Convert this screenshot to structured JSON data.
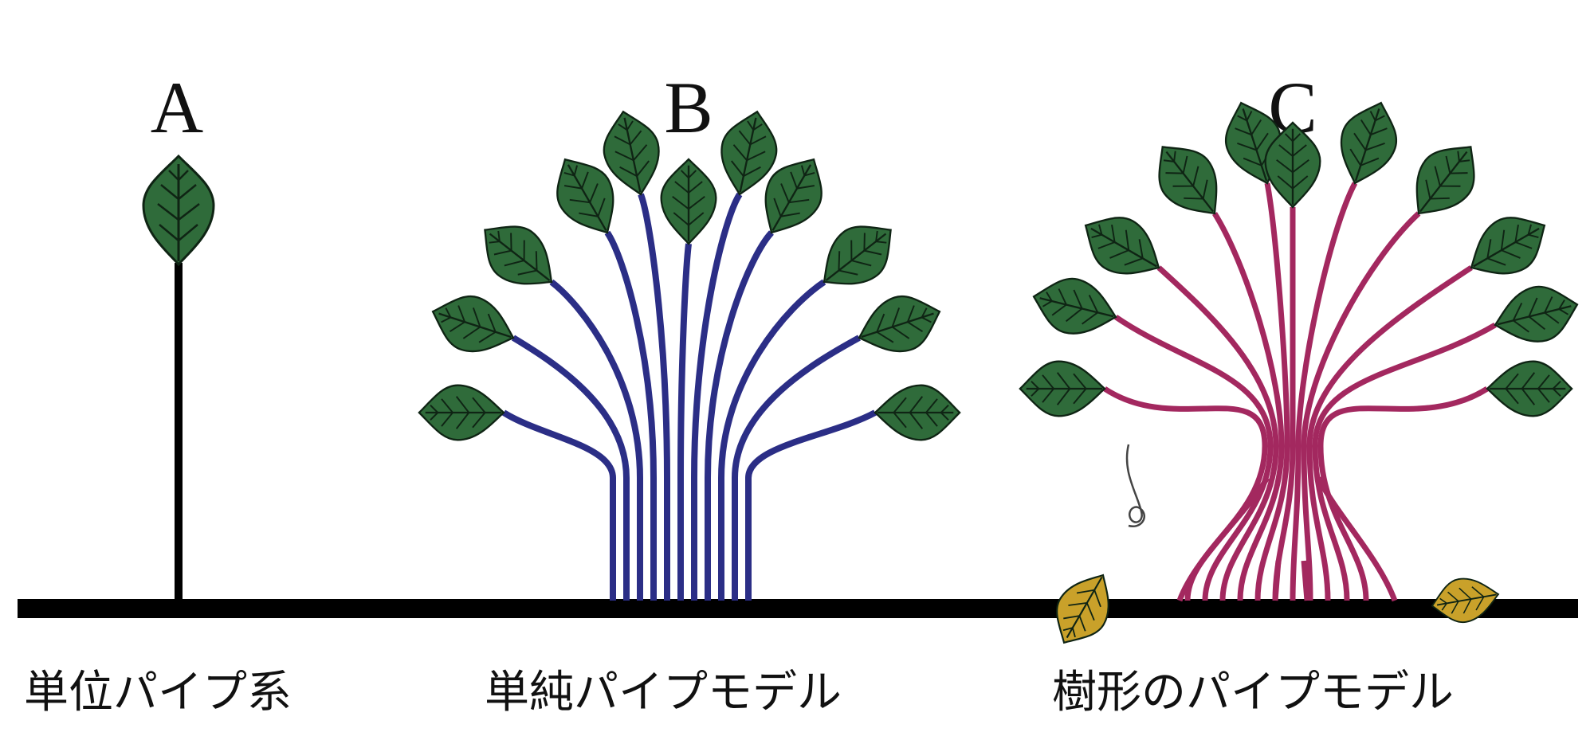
{
  "panels": [
    {
      "letter": "A",
      "caption": "単位パイプ系"
    },
    {
      "letter": "B",
      "caption": "単純パイプモデル"
    },
    {
      "letter": "C",
      "caption": "樹形のパイプモデル"
    }
  ],
  "colors": {
    "ground": "#000000",
    "leaf_fill": "#2f6b3a",
    "leaf_outline": "#0f2414",
    "fallen_leaf_fill": "#c9a12a",
    "stem_a": "#000000",
    "pipes_b": "#2b2e86",
    "pipes_c": "#a3285f"
  },
  "icons": {
    "leaf": "leaf-icon",
    "fallen_leaf": "fallen-leaf-icon"
  }
}
